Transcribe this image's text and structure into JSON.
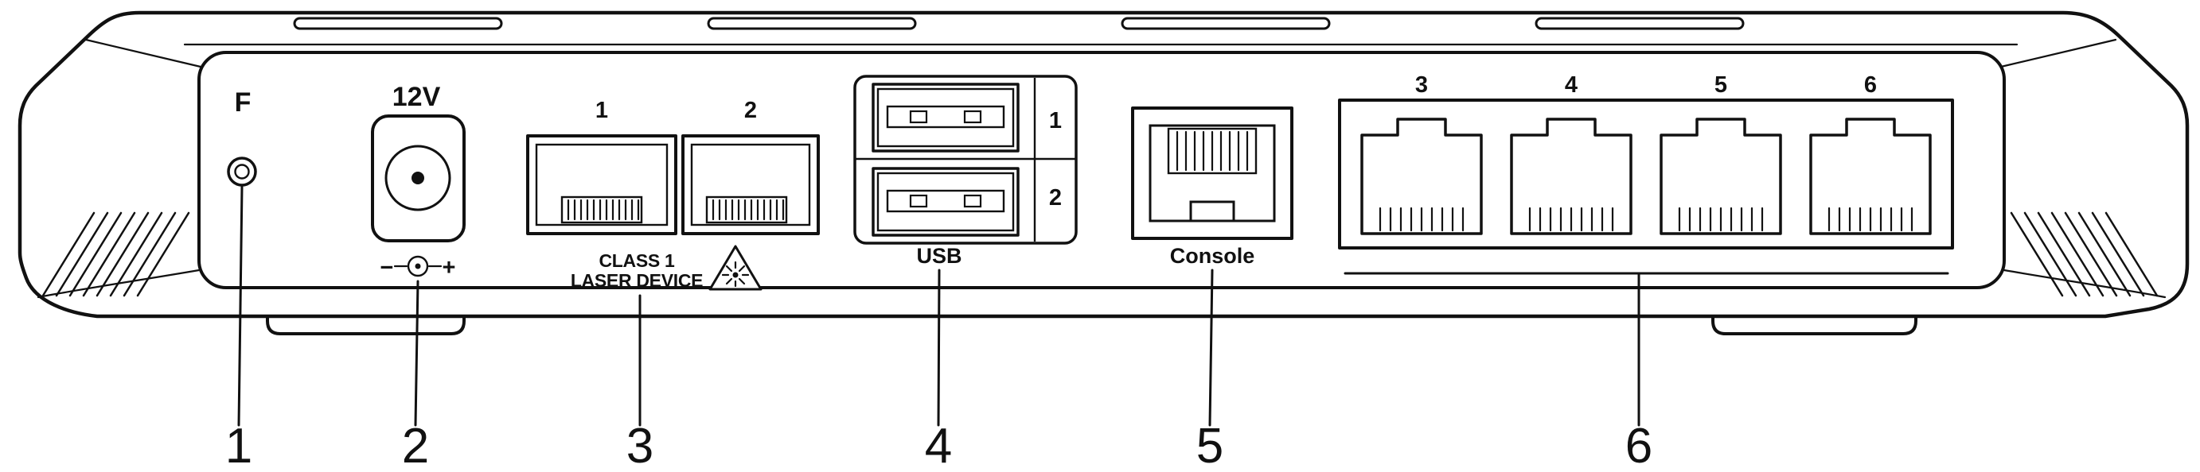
{
  "diagram": {
    "reset": {
      "label": "F"
    },
    "power": {
      "label": "12V",
      "polarity_minus": "−",
      "polarity_plus": "+"
    },
    "sfp": {
      "port1_label": "1",
      "port2_label": "2",
      "laser_line1": "CLASS 1",
      "laser_line2": "LASER DEVICE"
    },
    "usb": {
      "label": "USB",
      "port1_label": "1",
      "port2_label": "2"
    },
    "console": {
      "label": "Console"
    },
    "ethernet": {
      "port3_label": "3",
      "port4_label": "4",
      "port5_label": "5",
      "port6_label": "6"
    },
    "callouts": {
      "c1": "1",
      "c2": "2",
      "c3": "3",
      "c4": "4",
      "c5": "5",
      "c6": "6"
    },
    "colors": {
      "line": "#111111",
      "warning_yellow": "#ffd400"
    }
  }
}
